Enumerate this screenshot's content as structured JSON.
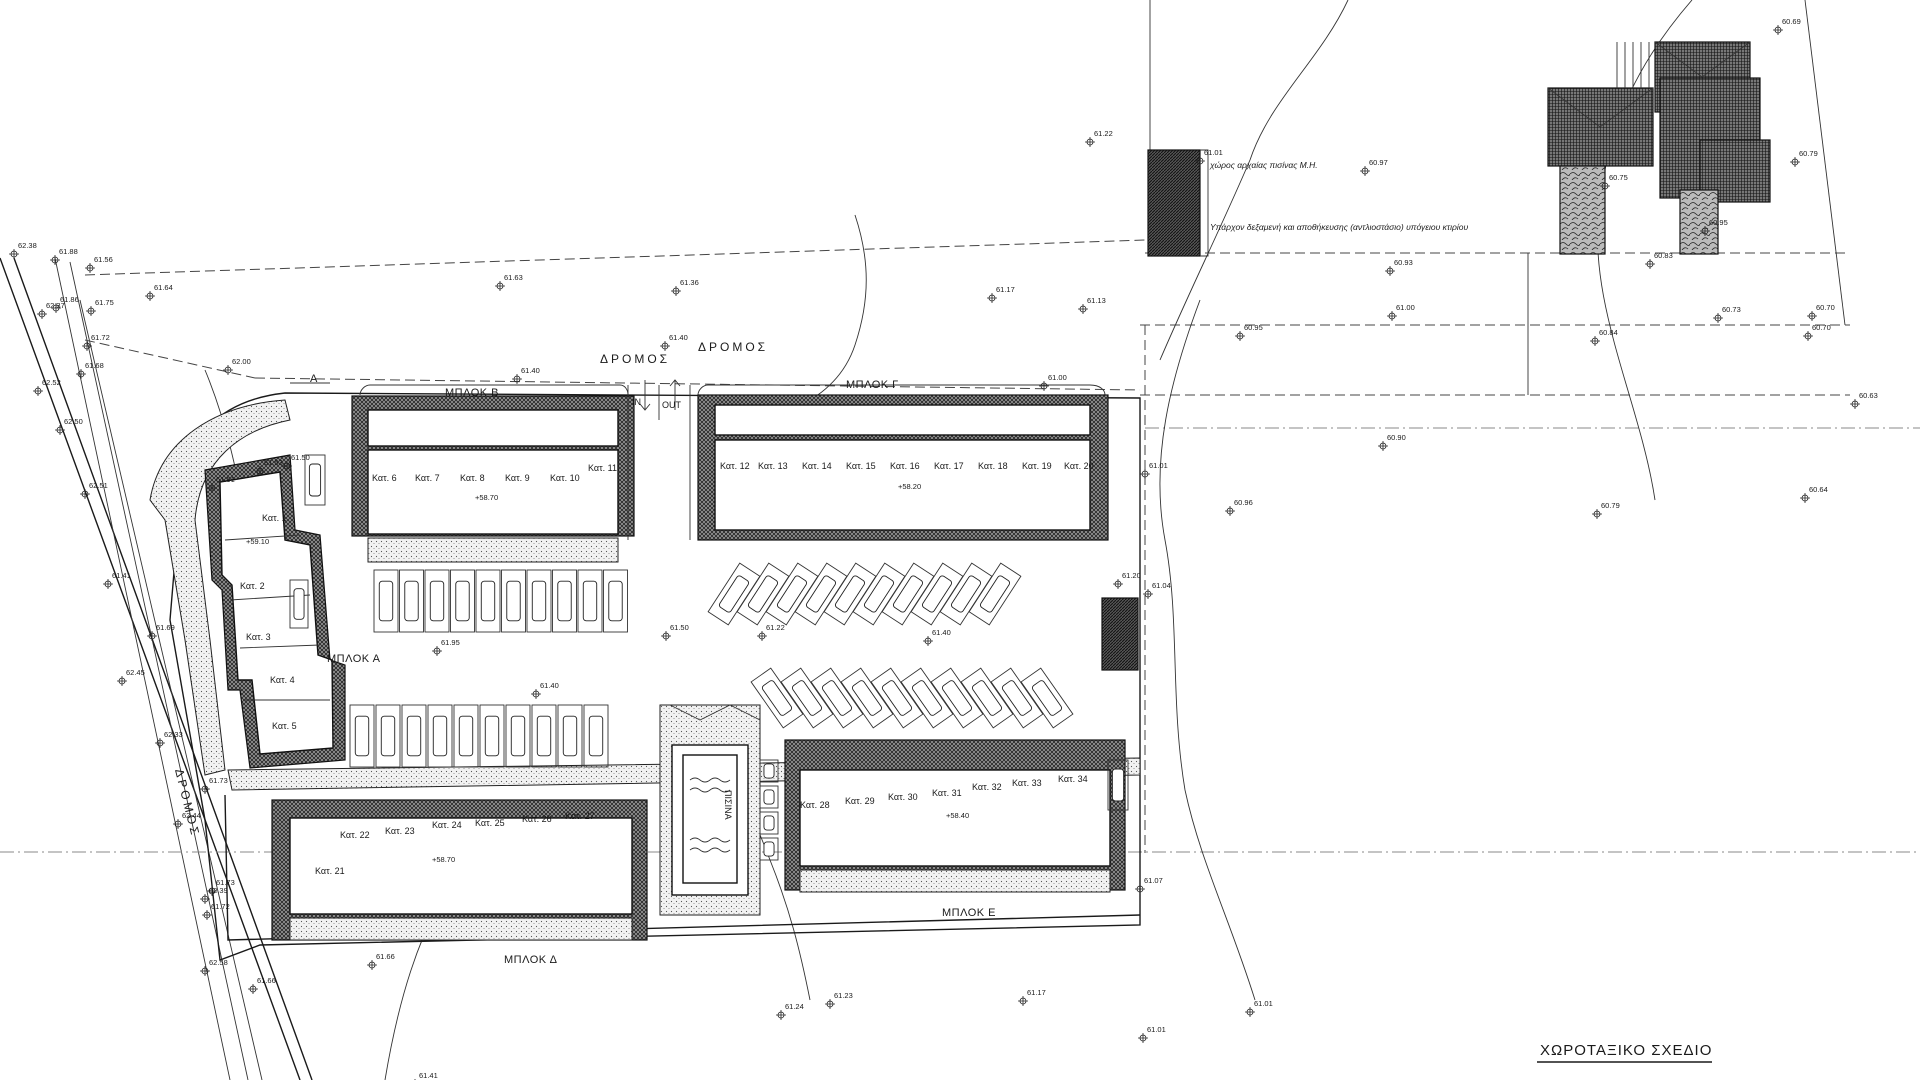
{
  "title": "ΧΩΡΟΤΑΞΙΚΟ ΣΧΕΔΙΟ",
  "roads": {
    "top_left": "ΔΡΟΜΟΣ",
    "top_right": "ΔΡΟΜΟΣ",
    "left": "ΔΡΟΜΟΣ"
  },
  "entrance": {
    "in": "IN",
    "out": "OUT"
  },
  "section_marker": "A",
  "blocks": {
    "a": "ΜΠΛΟΚ Α",
    "b": "ΜΠΛΟΚ Β",
    "g": "ΜΠΛΟΚ Γ",
    "d": "ΜΠΛΟΚ Δ",
    "e": "ΜΠΛΟΚ Ε"
  },
  "pool_label": "ΠΙΣΙΝΑ",
  "units_a": [
    "Κατ. 1",
    "Κατ. 2",
    "Κατ. 3",
    "Κατ. 4",
    "Κατ. 5"
  ],
  "units_b": [
    "Κατ. 6",
    "Κατ. 7",
    "Κατ. 8",
    "Κατ. 9",
    "Κατ. 10",
    "Κατ. 11"
  ],
  "units_g": [
    "Κατ. 12",
    "Κατ. 13",
    "Κατ. 14",
    "Κατ. 15",
    "Κατ. 16",
    "Κατ. 17",
    "Κατ. 18",
    "Κατ. 19",
    "Κατ. 20"
  ],
  "units_d": [
    "Κατ. 21",
    "Κατ. 22",
    "Κατ. 23",
    "Κατ. 24",
    "Κατ. 25",
    "Κατ. 26",
    "Κατ. 27"
  ],
  "units_e": [
    "Κατ. 28",
    "Κατ. 29",
    "Κατ. 30",
    "Κατ. 31",
    "Κατ. 32",
    "Κατ. 33",
    "Κατ. 34"
  ],
  "block_levels": {
    "b": "+58.70",
    "g": "+58.20",
    "d": "+58.70",
    "e": "+58.40",
    "a": "+59.10"
  },
  "notes": [
    "χώρος αρχαίας πισίνας Μ.Η.",
    "Υπάρχον δεξαμενή και αποθήκευσης (αντλιοστάσιο) υπόγειου κτιρίου"
  ],
  "elevations": [
    "61.64",
    "61.63",
    "61.36",
    "61.17",
    "61.13",
    "61.22",
    "61.01",
    "60.97",
    "60.93",
    "60.83",
    "60.79",
    "60.69",
    "60.75",
    "60.95",
    "61.00",
    "60.73",
    "60.84",
    "60.70",
    "60.70",
    "60.95",
    "60.63",
    "60.90",
    "60.96",
    "60.79",
    "60.64",
    "61.40",
    "61.40",
    "62.00",
    "61.51",
    "61.00",
    "61.01",
    "61.20",
    "61.04",
    "61.50",
    "61.22",
    "61.40",
    "61.95",
    "61.40",
    "61.07",
    "61.66",
    "61.23",
    "61.17",
    "61.01",
    "61.01",
    "61.24",
    "61.66",
    "61.73",
    "62.38",
    "61.88",
    "61.56",
    "62.37",
    "61.86",
    "61.75",
    "61.72",
    "61.68",
    "62.52",
    "62.50",
    "62.51",
    "61.41",
    "61.69",
    "62.45",
    "62.33",
    "61.73",
    "62.44",
    "62.39",
    "61.72",
    "62.58",
    "61.53",
    "61.50",
    "61.41"
  ]
}
